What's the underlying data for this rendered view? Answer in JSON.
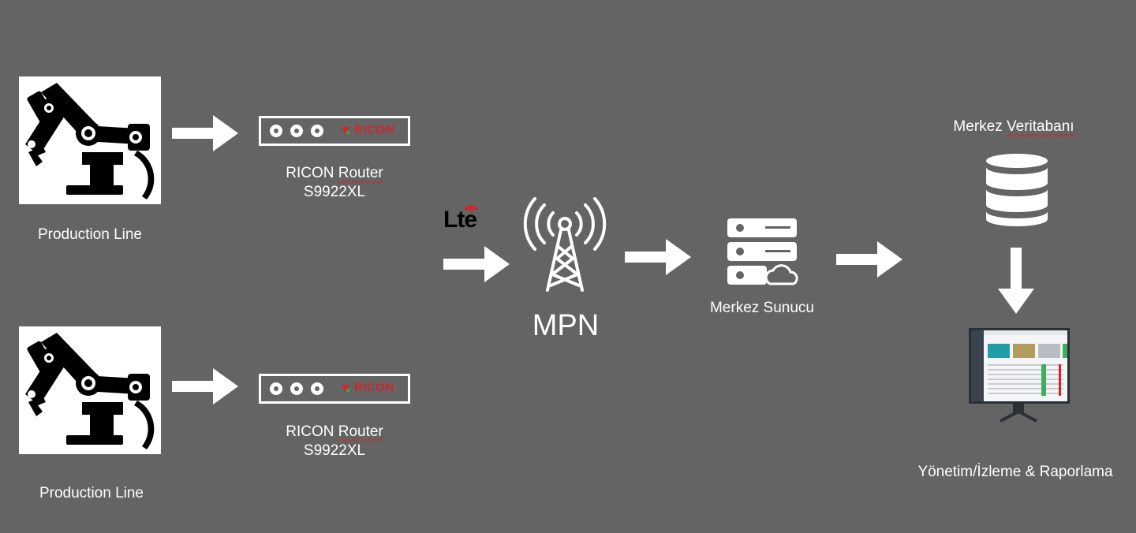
{
  "nodes": {
    "production_line_1": {
      "label": "Production Line"
    },
    "production_line_2": {
      "label": "Production Line"
    },
    "router_1": {
      "brand": "RICON",
      "label_line1": "RICON",
      "label_line1_b": "Router",
      "label_line2": "S9922XL"
    },
    "router_2": {
      "brand": "RICON",
      "label_line1": "RICON",
      "label_line1_b": "Router",
      "label_line2": "S9922XL"
    },
    "lte": {
      "label": "Lte"
    },
    "mpn": {
      "label": "MPN"
    },
    "server": {
      "label": "Merkez Sunucu"
    },
    "database": {
      "label_a": "Merkez",
      "label_b": "Veritabanı"
    },
    "monitor": {
      "label": "Yönetim/İzleme & Raporlama"
    }
  },
  "colors": {
    "background": "#646464",
    "foreground": "#ffffff",
    "brand_red": "#d0252e"
  },
  "icons": {
    "robot": "industrial-robot-arm-icon",
    "router": "router-device-icon",
    "tower": "cell-tower-icon",
    "server": "server-cloud-icon",
    "database": "database-icon",
    "monitor": "dashboard-monitor-icon",
    "arrow": "arrow-icon"
  }
}
